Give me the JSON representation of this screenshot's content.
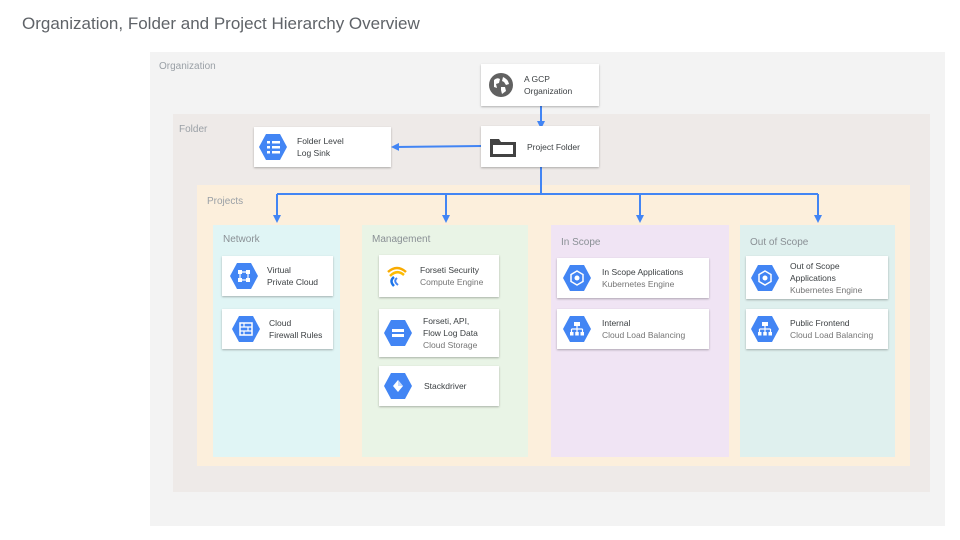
{
  "title": "Organization, Folder and Project Hierarchy Overview",
  "regions": {
    "organization": "Organization",
    "folder": "Folder",
    "projects": "Projects",
    "network": "Network",
    "management": "Management",
    "in_scope": "In Scope",
    "out_of_scope": "Out of Scope"
  },
  "nodes": {
    "gcp_org": {
      "line1": "A GCP",
      "line2": "Organization",
      "icon": "globe-icon"
    },
    "project_folder": {
      "line1": "Project Folder",
      "icon": "folder-icon"
    },
    "log_sink": {
      "line1": "Folder Level",
      "line2": "Log Sink",
      "icon": "logging-icon"
    },
    "vpc": {
      "line1": "Virtual",
      "line2": "Private Cloud",
      "icon": "vpc-icon"
    },
    "firewall": {
      "line1": "Cloud",
      "line2": "Firewall Rules",
      "icon": "firewall-icon"
    },
    "forseti_security": {
      "line1": "Forseti Security",
      "line2": "Compute Engine",
      "icon": "forseti-icon"
    },
    "forseti_api": {
      "line1": "Forseti, API,",
      "line2": "Flow Log Data",
      "line3": "Cloud Storage",
      "icon": "cloud-storage-icon"
    },
    "stackdriver": {
      "line1": "Stackdriver",
      "icon": "stackdriver-icon"
    },
    "in_scope_apps": {
      "line1": "In Scope Applications",
      "line2": "Kubernetes Engine",
      "icon": "kubernetes-icon"
    },
    "internal": {
      "line1": "Internal",
      "line2": "Cloud Load Balancing",
      "icon": "load-balancing-icon"
    },
    "out_scope_apps": {
      "line1": "Out of Scope",
      "line2": "Applications",
      "line3": "Kubernetes Engine",
      "icon": "kubernetes-icon"
    },
    "public_frontend": {
      "line1": "Public Frontend",
      "line2": "Cloud Load Balancing",
      "icon": "load-balancing-icon"
    }
  },
  "colors": {
    "arrow": "#4285f4",
    "gcp_icon_blue": "#4285f4",
    "organization_bg": "#f3f3f3",
    "folder_bg": "#eeeae8",
    "projects_bg": "#fcefdc",
    "network_bg": "#e0f5f5",
    "management_bg": "#e9f4e6",
    "in_scope_bg": "#f0e4f4",
    "out_of_scope_bg": "#dff0ee"
  }
}
